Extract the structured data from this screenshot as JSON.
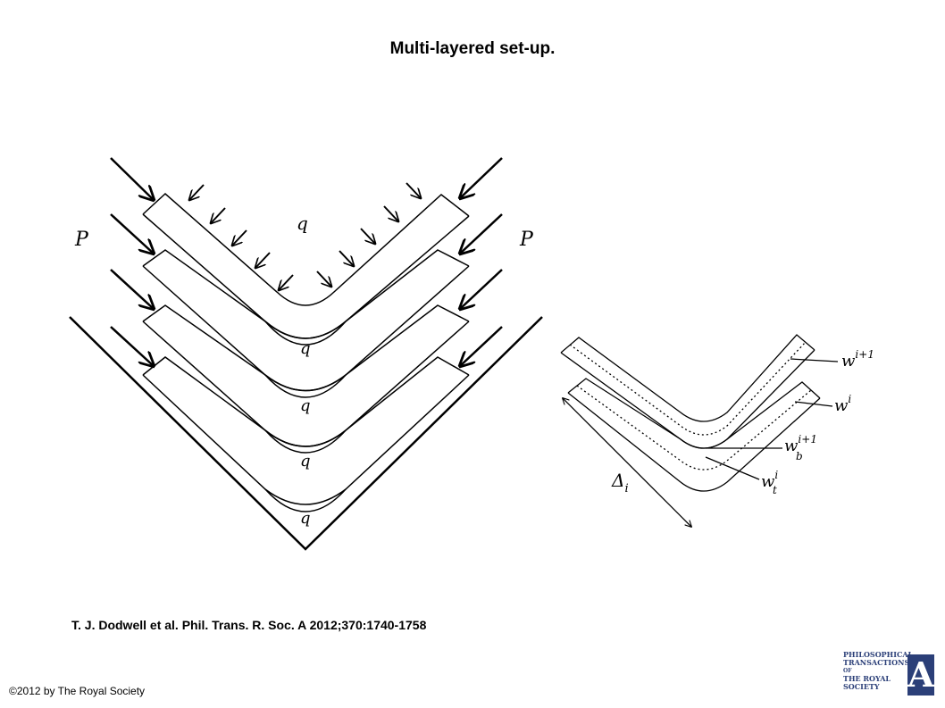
{
  "title": "Multi-layered set-up.",
  "citation": "T. J. Dodwell et al. Phil. Trans. R. Soc. A 2012;370:1740-1758",
  "copyright": "©2012 by The Royal Society",
  "figure": {
    "left_panel": {
      "load_label_left": "P",
      "load_label_right": "P",
      "pressure_label": "q",
      "layer_gap_labels": [
        "q",
        "q",
        "q",
        "q"
      ]
    },
    "right_panel": {
      "label_w_next": "w",
      "label_w_next_sup": "i+1",
      "label_w_i": "w",
      "label_w_i_sup": "i",
      "label_wb": "w",
      "label_wb_sup": "i+1",
      "label_wb_sub": "b",
      "label_wt": "w",
      "label_wt_sup": "i",
      "label_wt_sub": "t",
      "label_delta": "Δ",
      "label_delta_sub": "i"
    }
  },
  "logo": {
    "line1": "PHILOSOPHICAL",
    "line2": "TRANSACTIONS",
    "line3": "OF",
    "line4": "THE ROYAL",
    "line5": "SOCIETY",
    "letter": "A"
  }
}
